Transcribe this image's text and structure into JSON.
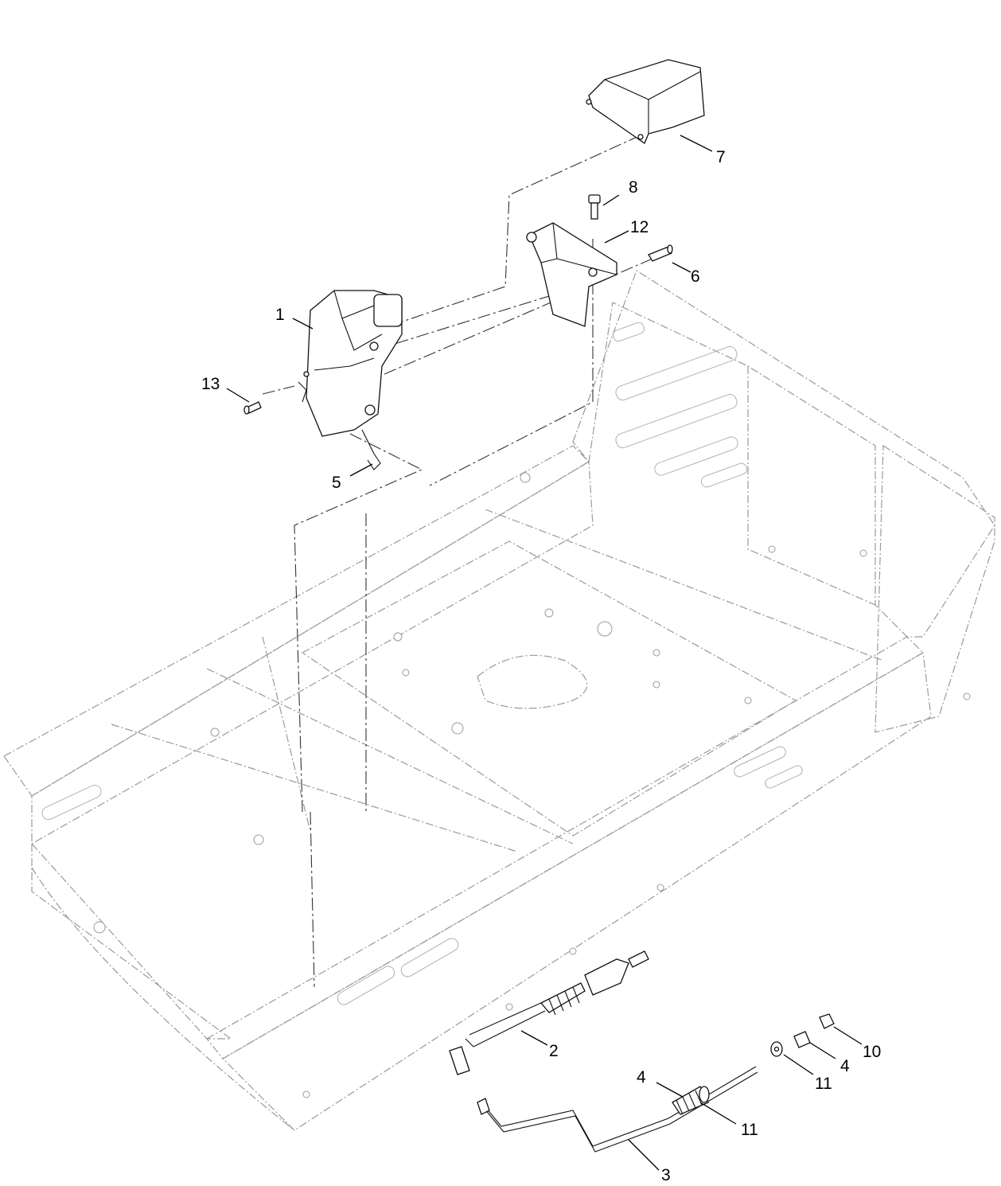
{
  "callouts": {
    "c1": "1",
    "c2": "2",
    "c3": "3",
    "c4a": "4",
    "c4b": "4",
    "c5": "5",
    "c6": "6",
    "c7": "7",
    "c8": "8",
    "c10": "10",
    "c11a": "11",
    "c11b": "11",
    "c12": "12",
    "c13": "13"
  }
}
